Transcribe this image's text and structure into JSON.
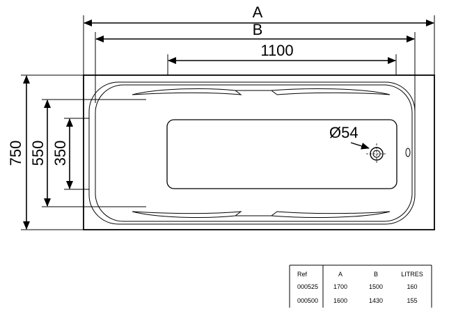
{
  "dimensions": {
    "overall_length": "A",
    "inner_length": "B",
    "basin_length": "1100",
    "overall_width": "750",
    "inner_width": "550",
    "basin_width": "350",
    "drain": "Ø54"
  },
  "table": {
    "headers": [
      "Ref",
      "A",
      "B",
      "LITRES"
    ],
    "rows": [
      [
        "000525",
        "1700",
        "1500",
        "160"
      ],
      [
        "000500",
        "1600",
        "1430",
        "155"
      ]
    ]
  }
}
